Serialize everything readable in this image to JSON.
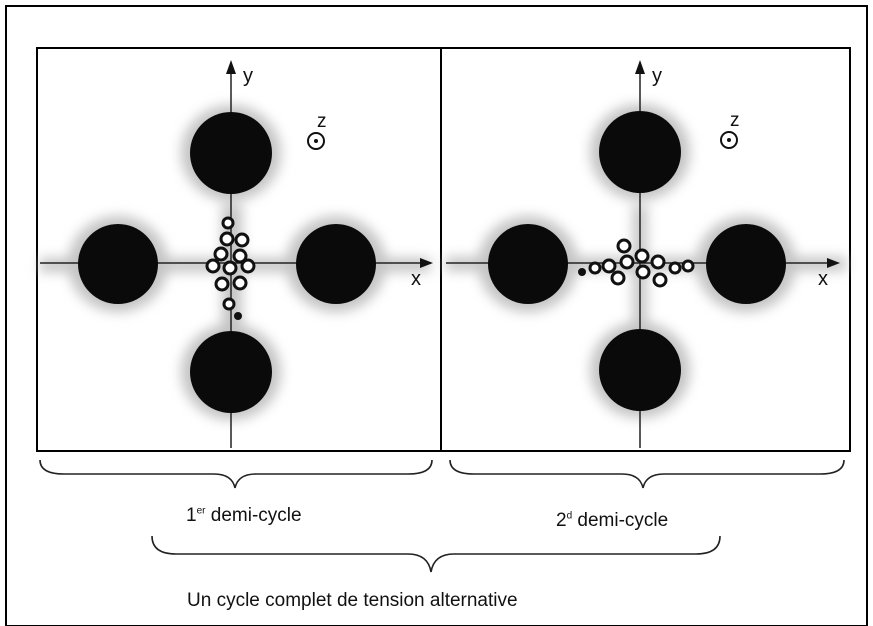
{
  "axes": {
    "x_label": "x",
    "y_label": "y",
    "z_label": "z"
  },
  "captions": {
    "first_prefix": "1",
    "first_sup": "er",
    "first_text": " demi-cycle",
    "second_prefix": "2",
    "second_sup": "d",
    "second_text": " demi-cycle",
    "full_cycle": "Un cycle complet de tension alternative"
  },
  "colors": {
    "frame": "#000000",
    "ball": "#0a0a0a",
    "halo": "#b5b5b5",
    "background": "#ffffff"
  }
}
